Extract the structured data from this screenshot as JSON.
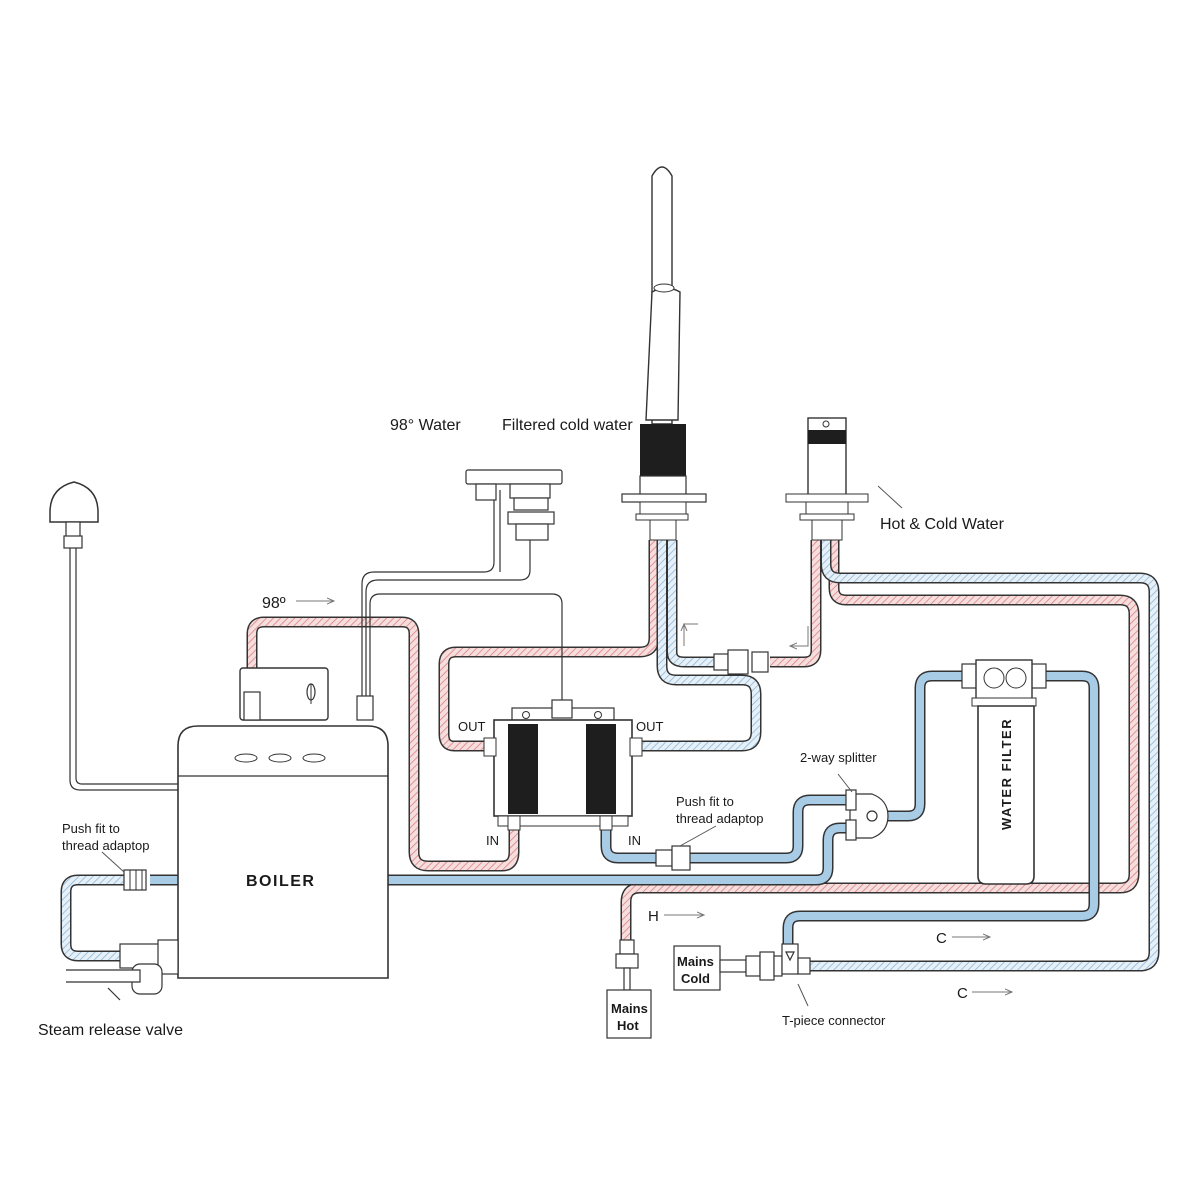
{
  "labels": {
    "water_98": "98° Water",
    "filtered_cold": "Filtered cold water",
    "hot_cold": "Hot & Cold Water",
    "temp_98": "98º",
    "boiler": "BOILER",
    "water_filter": "WATER FILTER",
    "out_left": "OUT",
    "out_right": "OUT",
    "in_left": "IN",
    "in_right": "IN",
    "push_fit_left_1": "Push fit to",
    "push_fit_left_2": "thread adaptop",
    "push_fit_right_1": "Push fit to",
    "push_fit_right_2": "thread adaptop",
    "splitter": "2-way splitter",
    "steam_valve": "Steam release valve",
    "mains_hot_1": "Mains",
    "mains_hot_2": "Hot",
    "mains_cold_1": "Mains",
    "mains_cold_2": "Cold",
    "tpiece": "T-piece connector",
    "flow_h": "H",
    "flow_c1": "C",
    "flow_c2": "C"
  },
  "colors": {
    "hot_pipe": "#e8a0a0",
    "cold_pipe": "#a8cbe6",
    "outline": "#333333",
    "dark": "#1e1e1e"
  }
}
